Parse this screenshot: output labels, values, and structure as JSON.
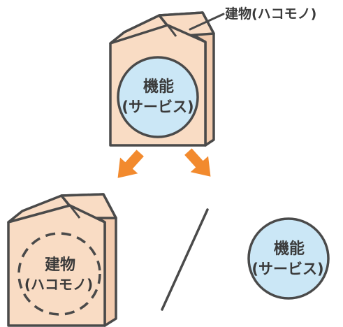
{
  "top_building": {
    "callout_label": "建物(ハコモノ)",
    "function_line1": "機能",
    "function_line2": "(サービス)"
  },
  "bottom_left_building": {
    "line1": "建物",
    "line2": "(ハコモノ)"
  },
  "bottom_right_function": {
    "line1": "機能",
    "line2": "(サービス)"
  },
  "colors": {
    "building_fill": "#f9dcc4",
    "building_side": "#f3ccaf",
    "outline": "#4a4a4a",
    "function_fill": "#cbe7f6",
    "arrow": "#f28a2e",
    "text": "#3a3a3a"
  }
}
